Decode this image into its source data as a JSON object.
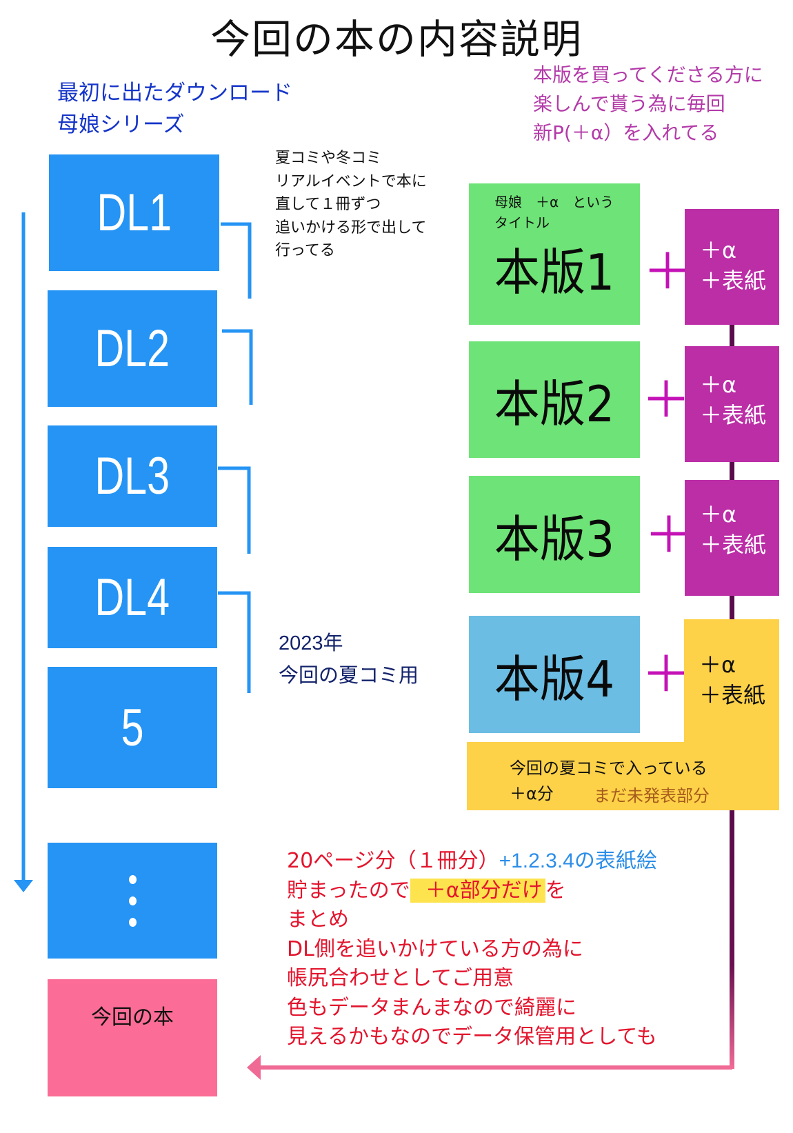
{
  "title": "今回の本の内容説明",
  "notes": {
    "dl_series": [
      "最初に出たダウンロード",
      "母娘シリーズ"
    ],
    "purpose": [
      "本版を買ってくださる方に",
      "楽しんで貰う為に毎回",
      "新P(＋α）を入れてる"
    ],
    "event": [
      "夏コミや冬コミ",
      "リアルイベントで本に",
      "直して１冊ずつ",
      "追いかける形で出して",
      "行ってる"
    ],
    "year_label": [
      "2023年",
      "今回の夏コミ用"
    ]
  },
  "dl_boxes": [
    {
      "label": "DL1"
    },
    {
      "label": "DL2"
    },
    {
      "label": "DL3"
    },
    {
      "label": "DL4"
    },
    {
      "label": "5"
    },
    {
      "label": "⋮"
    }
  ],
  "current_book": {
    "label": "今回の本"
  },
  "hon_boxes": [
    {
      "label": "本版1",
      "subtitle": [
        "母娘　＋α　という",
        "タイトル"
      ]
    },
    {
      "label": "本版2"
    },
    {
      "label": "本版3"
    },
    {
      "label": "本版4"
    }
  ],
  "plus_sign": "＋",
  "alpha_boxes": [
    {
      "lines": [
        "＋α",
        "＋表紙"
      ]
    },
    {
      "lines": [
        "＋α",
        "＋表紙"
      ]
    },
    {
      "lines": [
        "＋α",
        "＋表紙"
      ]
    },
    {
      "lines": [
        "＋α",
        "＋表紙"
      ]
    }
  ],
  "summer_note": {
    "line1": "今回の夏コミで入っている",
    "line2": "＋α分",
    "unreleased": "まだ未発表部分"
  },
  "bottom_note": {
    "line1_red": "20ページ分（１冊分）",
    "line1_blue": "+1.2.3.4の表紙絵",
    "line2_pre": "貯まったので",
    "line2_highlight": "＋α部分だけ",
    "line2_post": "を",
    "lines": [
      "まとめ",
      "DL側を追いかけている方の為に",
      "帳尻合わせとしてご用意",
      "色もデータまんまなので綺麗に",
      "見えるかもなのでデータ保管用としても"
    ]
  },
  "colors": {
    "dl_blue": "#2594f4",
    "green": "#6ee377",
    "light_blue": "#6bbde3",
    "purple": "#bb2ea6",
    "yellow": "#fdd148",
    "pink": "#fb6d96",
    "magenta_plus": "#c412b6",
    "red_text": "#e3142d"
  }
}
